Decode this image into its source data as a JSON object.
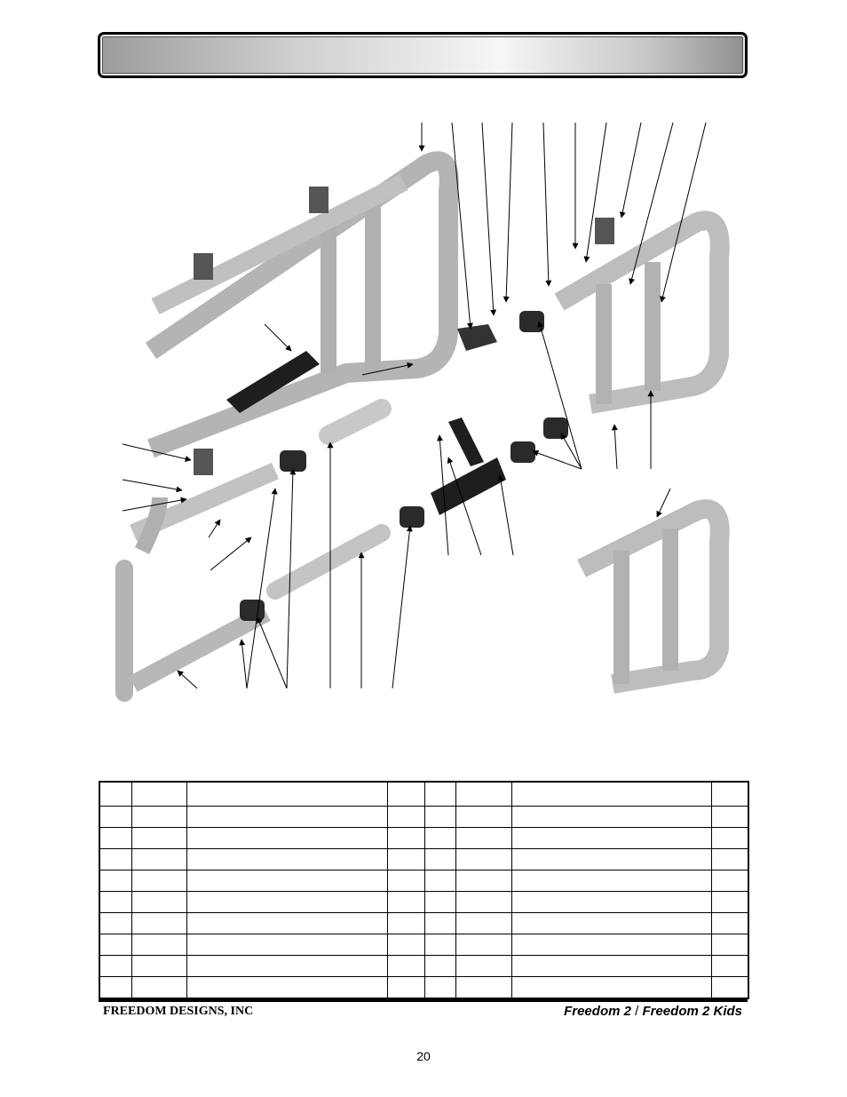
{
  "header": {
    "title": ""
  },
  "diagram": {
    "description_visible_text": ""
  },
  "parts_table": {
    "rows": [
      [
        "",
        "",
        "",
        "",
        "",
        "",
        "",
        ""
      ],
      [
        "",
        "",
        "",
        "",
        "",
        "",
        "",
        ""
      ],
      [
        "",
        "",
        "",
        "",
        "",
        "",
        "",
        ""
      ],
      [
        "",
        "",
        "",
        "",
        "",
        "",
        "",
        ""
      ],
      [
        "",
        "",
        "",
        "",
        "",
        "",
        "",
        ""
      ],
      [
        "",
        "",
        "",
        "",
        "",
        "",
        "",
        ""
      ],
      [
        "",
        "",
        "",
        "",
        "",
        "",
        "",
        ""
      ],
      [
        "",
        "",
        "",
        "",
        "",
        "",
        "",
        ""
      ],
      [
        "",
        "",
        "",
        "",
        "",
        "",
        "",
        ""
      ],
      [
        "",
        "",
        "",
        "",
        "",
        "",
        "",
        ""
      ]
    ]
  },
  "footer": {
    "company": "FREEDOM DESIGNS, INC",
    "product_a": "Freedom 2",
    "separator": " / ",
    "product_b": "Freedom 2 Kids",
    "page_number": "20"
  }
}
